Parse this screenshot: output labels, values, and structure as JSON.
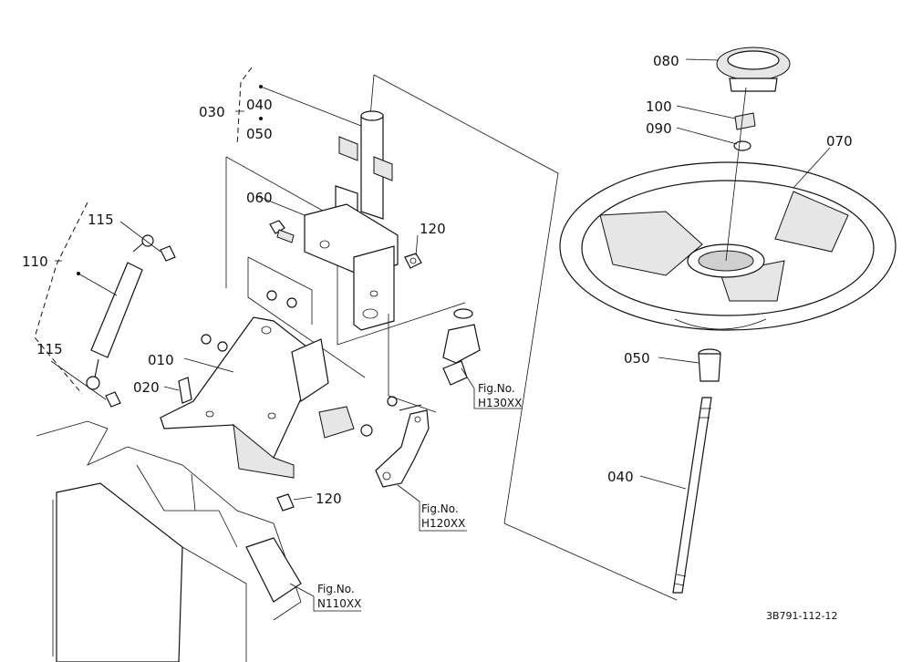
{
  "diagram_code": "3B791-112-12",
  "callouts": {
    "c030": "030",
    "c040a": "040",
    "c050a": "050",
    "c060": "060",
    "c120a": "120",
    "c115a": "115",
    "c110": "110",
    "c115b": "115",
    "c010": "010",
    "c020": "020",
    "c120b": "120",
    "c080": "080",
    "c100": "100",
    "c090": "090",
    "c070": "070",
    "c050b": "050",
    "c040b": "040"
  },
  "figure_refs": {
    "h130_prefix": "Fig.No.",
    "h130": "H130XX",
    "h120_prefix": "Fig.No.",
    "h120": "H120XX",
    "n110_prefix": "Fig.No.",
    "n110": "N110XX"
  }
}
